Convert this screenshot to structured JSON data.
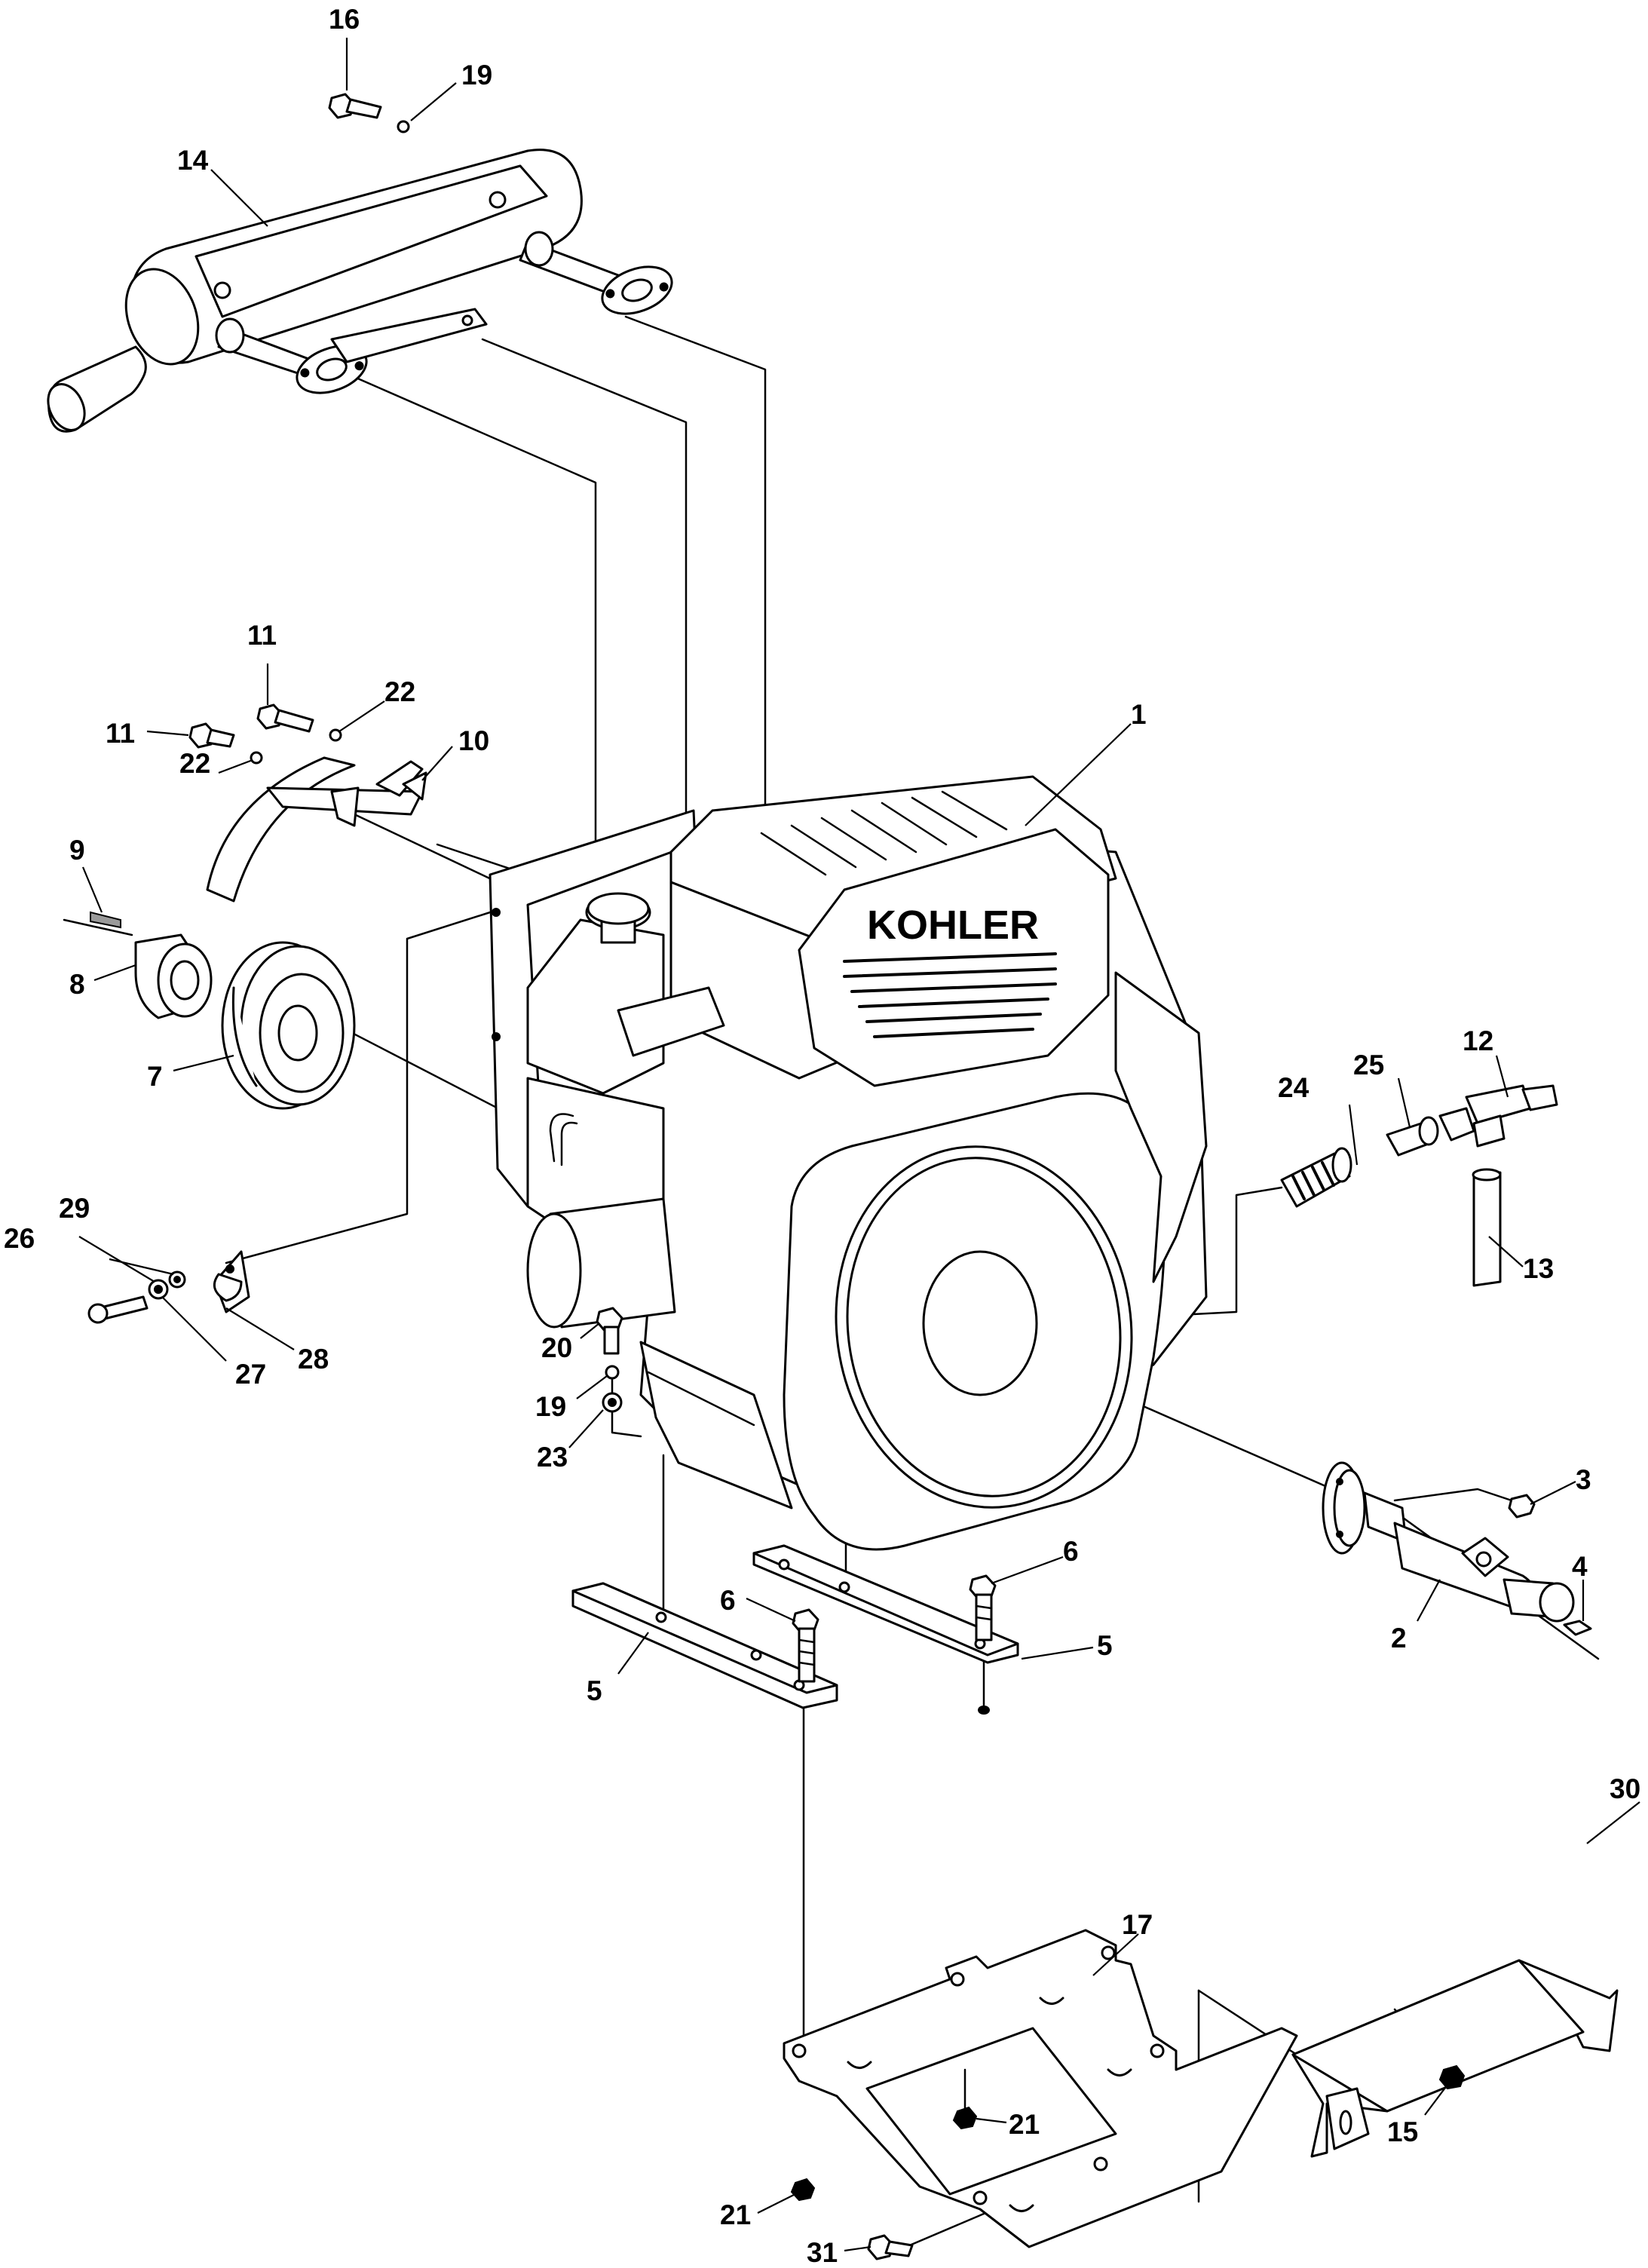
{
  "diagram": {
    "brand_label": "KOHLER",
    "callouts": [
      "1",
      "2",
      "3",
      "4",
      "5",
      "5",
      "6",
      "6",
      "7",
      "8",
      "9",
      "10",
      "11",
      "11",
      "12",
      "13",
      "14",
      "15",
      "16",
      "17",
      "19",
      "19",
      "20",
      "21",
      "21",
      "22",
      "22",
      "23",
      "24",
      "25",
      "26",
      "27",
      "28",
      "29",
      "30",
      "31"
    ]
  },
  "colors": {
    "ink": "#000000",
    "paper": "#ffffff"
  }
}
